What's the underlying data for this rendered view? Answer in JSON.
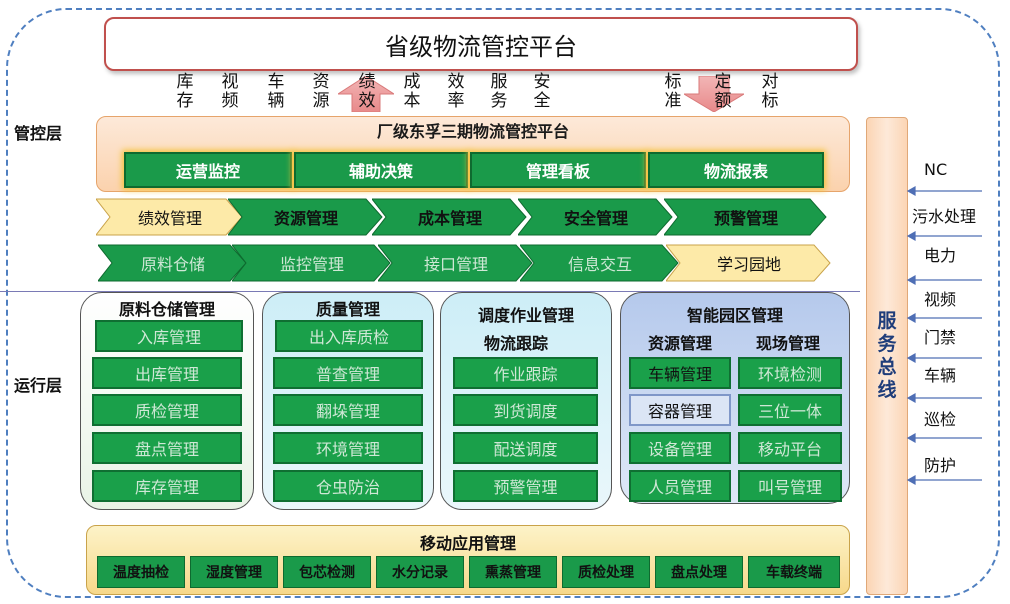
{
  "title": "省级物流管控平台",
  "kpis": [
    [
      "库",
      "存"
    ],
    [
      "视",
      "频"
    ],
    [
      "车",
      "辆"
    ],
    [
      "资",
      "源"
    ],
    [
      "绩",
      "效"
    ],
    [
      "成",
      "本"
    ],
    [
      "效",
      "率"
    ],
    [
      "服",
      "务"
    ],
    [
      "安",
      "全"
    ]
  ],
  "standards": [
    [
      "标",
      "准"
    ],
    [
      "定",
      "额"
    ],
    [
      "对",
      "标"
    ]
  ],
  "layers": {
    "control": "管控层",
    "operation": "运行层"
  },
  "control_platform": {
    "title": "厂级东孚三期物流管控平台",
    "boxes": [
      "运营监控",
      "辅助决策",
      "管理看板",
      "物流报表"
    ],
    "row1": [
      "绩效管理",
      "资源管理",
      "成本管理",
      "安全管理",
      "预警管理"
    ],
    "row2": [
      "原料仓储",
      "监控管理",
      "接口管理",
      "信息交互",
      "学习园地"
    ]
  },
  "modules": {
    "storage": {
      "title": "原料仓储管理",
      "items": [
        "入库管理",
        "出库管理",
        "质检管理",
        "盘点管理",
        "库存管理"
      ]
    },
    "quality": {
      "title": "质量管理",
      "items": [
        "出入库质检",
        "普查管理",
        "翻垛管理",
        "环境管理",
        "仓虫防治"
      ]
    },
    "dispatch": {
      "title": "调度作业管理",
      "subtitle": "物流跟踪",
      "items": [
        "作业跟踪",
        "到货调度",
        "配送调度",
        "预警管理"
      ]
    },
    "park": {
      "title": "智能园区管理",
      "sub_left": "资源管理",
      "sub_right": "现场管理",
      "left": [
        "车辆管理",
        "容器管理",
        "设备管理",
        "人员管理"
      ],
      "right": [
        "环境检测",
        "三位一体",
        "移动平台",
        "叫号管理"
      ]
    }
  },
  "mobile": {
    "title": "移动应用管理",
    "items": [
      "温度抽检",
      "湿度管理",
      "包芯检测",
      "水分记录",
      "熏蒸管理",
      "质检处理",
      "盘点处理",
      "车载终端"
    ]
  },
  "bus": {
    "label": "服务总线"
  },
  "sources": [
    "NC",
    "污水处理",
    "电力",
    "视频",
    "门禁",
    "车辆",
    "巡检",
    "防护"
  ]
}
